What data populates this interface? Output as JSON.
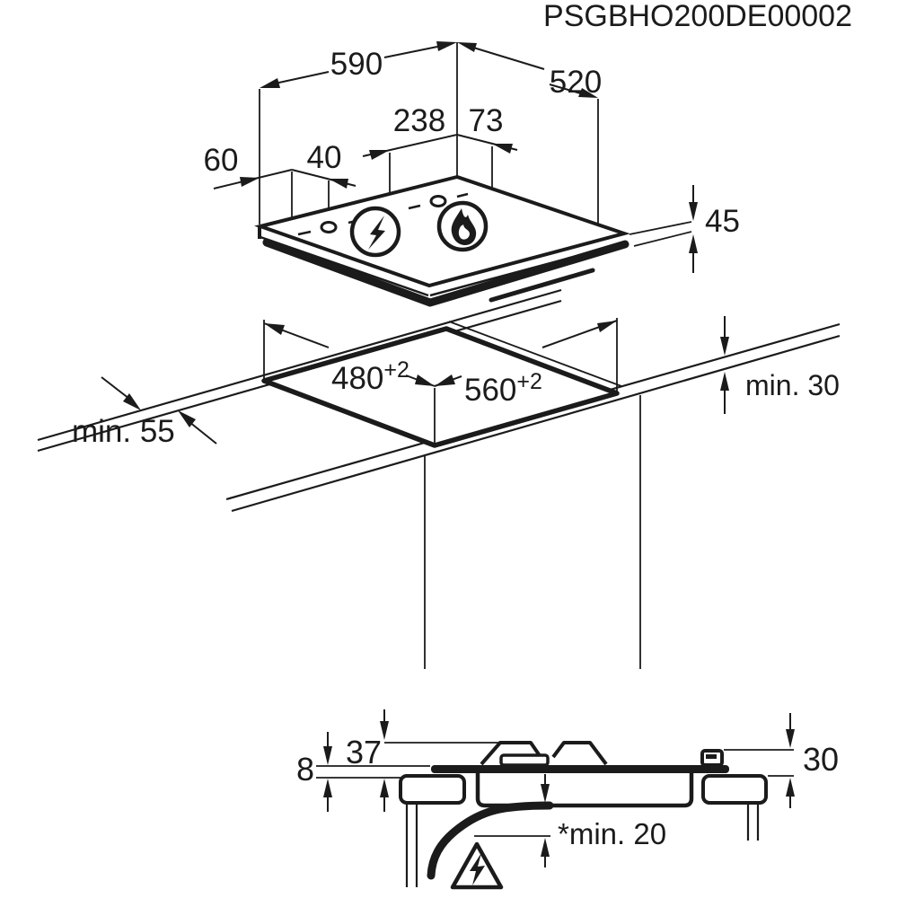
{
  "title": "PSGBHO200DE00002",
  "colors": {
    "ink": "#1b1b1b",
    "background": "#ffffff"
  },
  "top_view": {
    "width": "590",
    "depth": "520",
    "burner_offset_left": "238",
    "burner_offset_right": "73",
    "corner_offset": "60",
    "ignition_offset": "40",
    "build_in_height": "45",
    "electric_icon": "lightning-bolt-circle",
    "gas_icon": "flame-circle"
  },
  "cutout_view": {
    "cut_width": "480",
    "cut_width_tolerance": "+2",
    "cut_depth": "560",
    "cut_depth_tolerance": "+2",
    "min_front_distance": "min. 55",
    "min_worktop_thickness": "min. 30"
  },
  "side_view": {
    "pan_support_height": "37",
    "glass_edge_height": "8",
    "rear_fitting_height": "30",
    "min_bottom_clearance": "*min. 20",
    "warning_icon": "electric-shock-warning-triangle"
  }
}
